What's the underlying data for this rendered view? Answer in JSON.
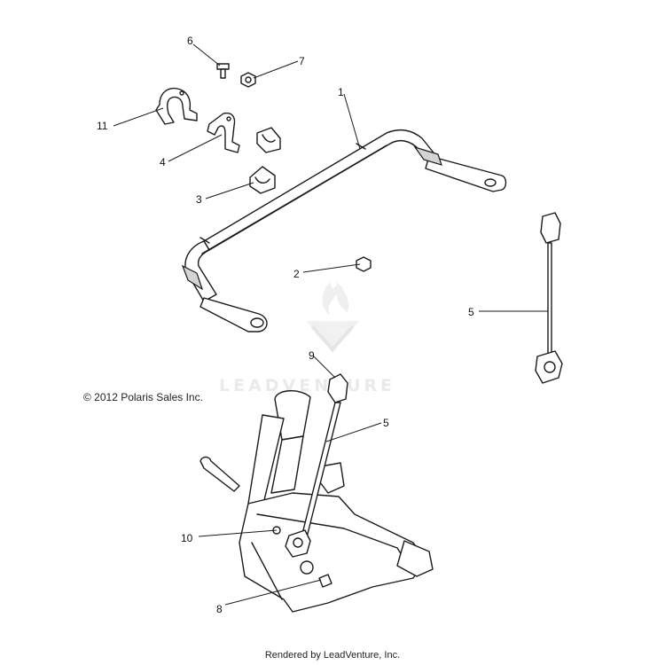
{
  "copyright": "© 2012 Polaris Sales Inc.",
  "footer": "Rendered by LeadVenture, Inc.",
  "watermark": {
    "text": "LEADVENTURE"
  },
  "callouts": {
    "c1": "1",
    "c2": "2",
    "c3": "3",
    "c4": "4",
    "c5a": "5",
    "c5b": "5",
    "c6": "6",
    "c7": "7",
    "c8": "8",
    "c9": "9",
    "c10": "10",
    "c11": "11"
  },
  "colors": {
    "line": "#1a1a1a",
    "watermark": "#d9d9d9",
    "shade": "#d4d4d4"
  }
}
